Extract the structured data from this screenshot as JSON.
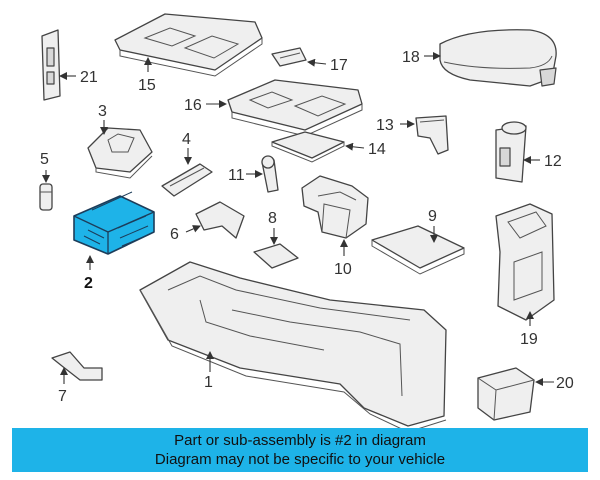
{
  "diagram": {
    "highlight_color": "#1eb3e8",
    "highlight_part": "2",
    "callouts": [
      "1",
      "2",
      "3",
      "4",
      "5",
      "6",
      "7",
      "8",
      "9",
      "10",
      "11",
      "12",
      "13",
      "14",
      "15",
      "16",
      "17",
      "18",
      "19",
      "20",
      "21"
    ]
  },
  "banner": {
    "line1": "Part or sub-assembly is #2 in diagram",
    "line2": "Diagram may not be specific to your vehicle",
    "background": "#1eb3e8"
  }
}
